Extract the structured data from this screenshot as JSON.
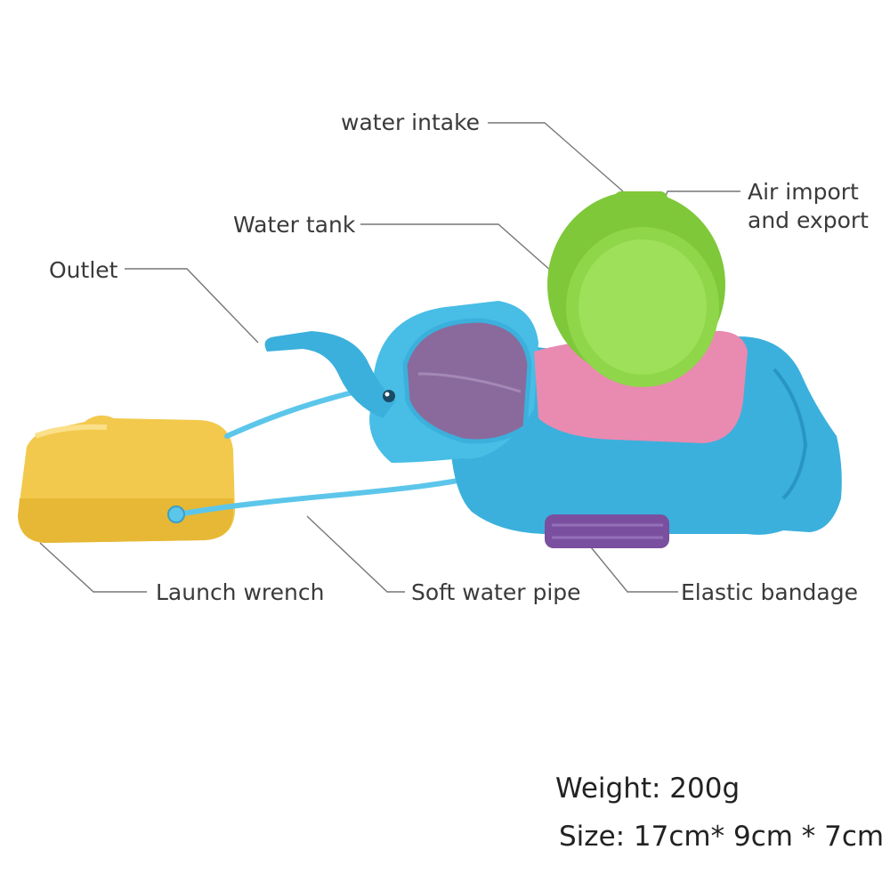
{
  "labels": {
    "water_intake": "water intake",
    "air_import_line1": "Air import",
    "air_import_line2": "and export",
    "water_tank": "Water tank",
    "outlet": "Outlet",
    "launch_wrench": "Launch wrench",
    "soft_water_pipe": "Soft water pipe",
    "elastic_bandage": "Elastic bandage"
  },
  "specs": {
    "weight": "Weight: 200g",
    "size": "Size: 17cm* 9cm * 7cm"
  },
  "colors": {
    "elephant_blue": "#3bb0dc",
    "tank_green": "#8fd64a",
    "saddle_pink": "#e98ab0",
    "wrench_yellow": "#f2c94c",
    "bandage_purple": "#7a4fa0",
    "pipe_blue": "#5cc6ea",
    "ear_purple": "#8a6a9c",
    "leader_line": "#777777"
  }
}
